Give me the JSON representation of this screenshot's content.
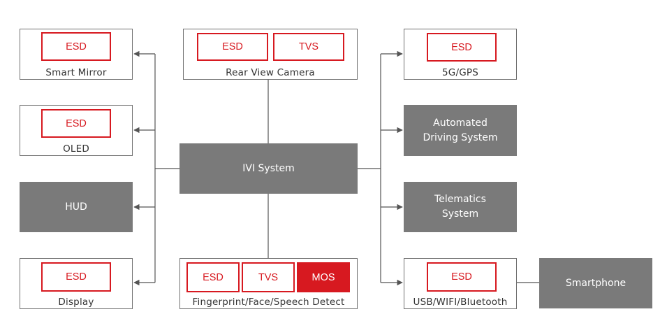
{
  "colors": {
    "accent": "#d71920",
    "box_fill": "#7a7a7a",
    "outline": "#6f6f6f",
    "connector": "#555555"
  },
  "center": {
    "label": "IVI System"
  },
  "left": {
    "smart_mirror": {
      "label": "Smart Mirror",
      "chips": [
        "ESD"
      ]
    },
    "oled": {
      "label": "OLED",
      "chips": [
        "ESD"
      ]
    },
    "hud": {
      "label": "HUD"
    },
    "display": {
      "label": "Display",
      "chips": [
        "ESD"
      ]
    }
  },
  "top": {
    "rear_camera": {
      "label": "Rear View Camera",
      "chips": [
        "ESD",
        "TVS"
      ]
    }
  },
  "bottom": {
    "detect": {
      "label": "Fingerprint/Face/Speech Detect",
      "chips": [
        "ESD",
        "TVS",
        "MOS"
      ]
    }
  },
  "right": {
    "gps": {
      "label": "5G/GPS",
      "chips": [
        "ESD"
      ]
    },
    "automated": {
      "label": "Automated\nDriving System"
    },
    "telematics": {
      "label": "Telematics\nSystem"
    },
    "usb": {
      "label": "USB/WIFI/Bluetooth",
      "chips": [
        "ESD"
      ]
    }
  },
  "external": {
    "smartphone": {
      "label": "Smartphone"
    }
  }
}
